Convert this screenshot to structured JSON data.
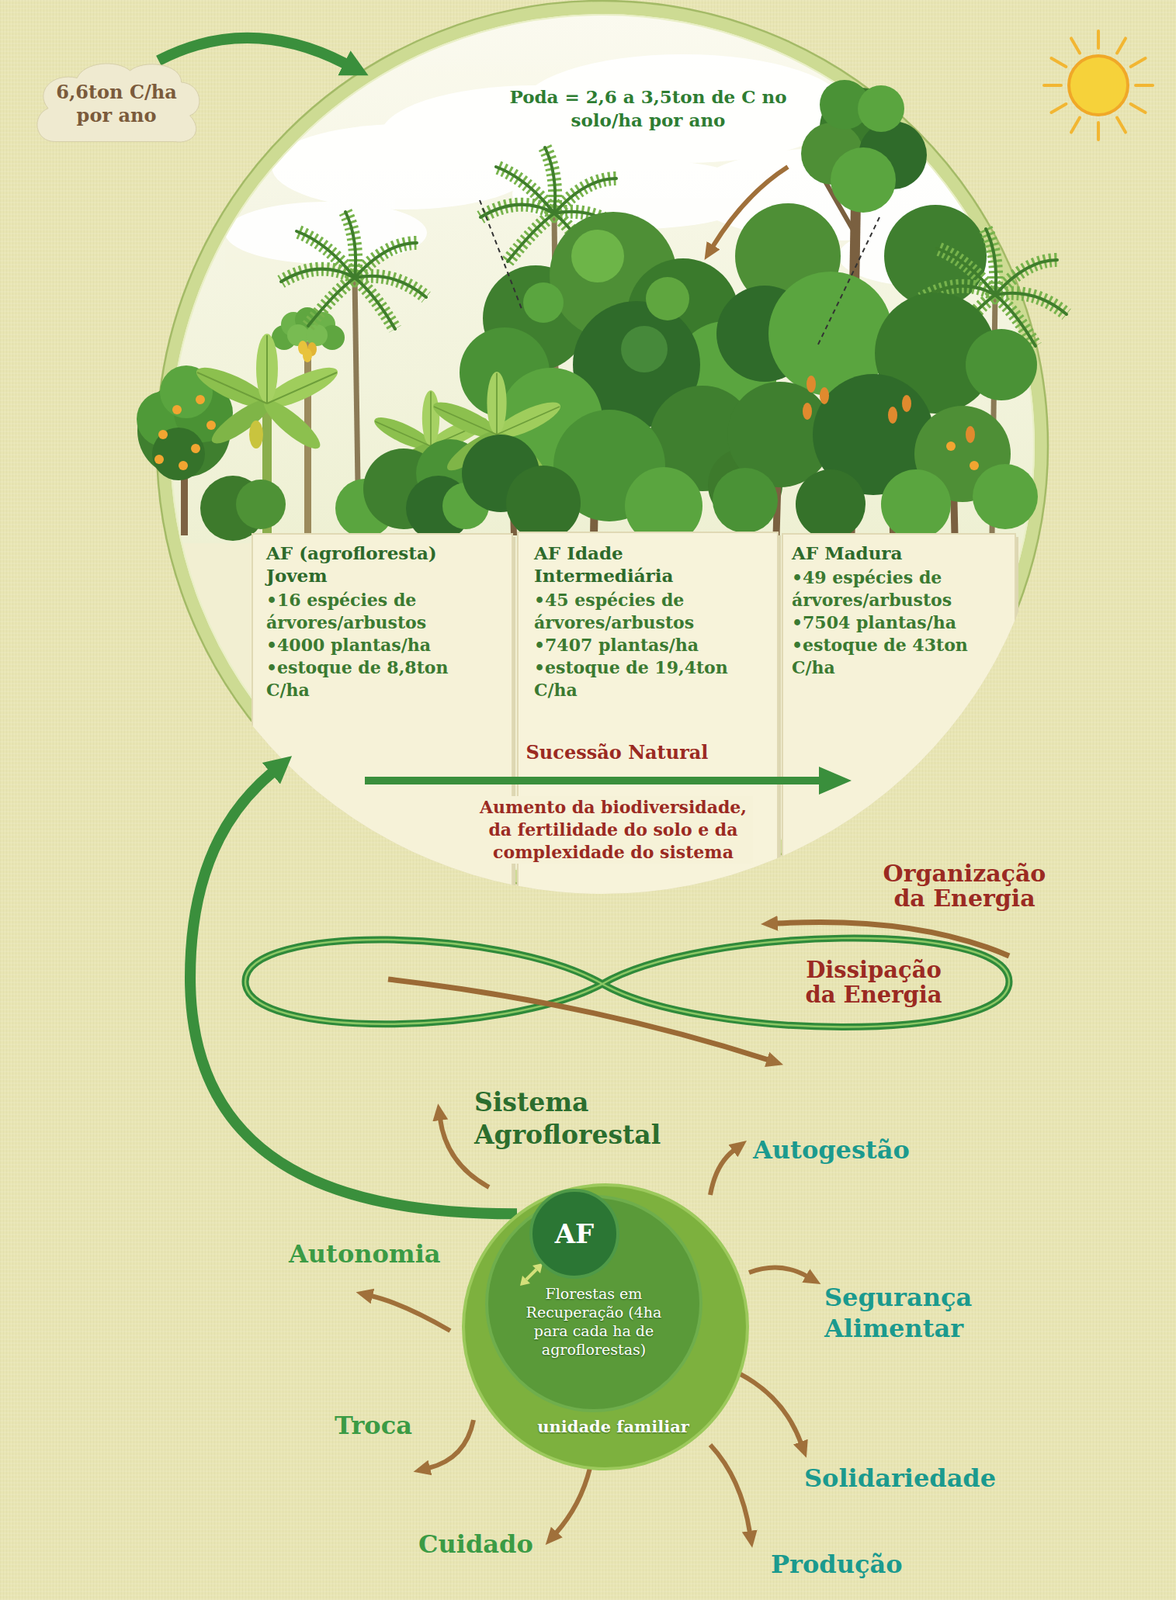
{
  "diagram": {
    "nodes": [
      {
        "text": [
          "6,6ton C/ha por ano"
        ]
      },
      {
        "text": [
          "Poda = 2,6 a 3,5ton de C no solo/ha por ano",
          "Sucessão Natural",
          "Aumento da biodiversidade, da fertilidade do solo e da complexidade do sistema"
        ]
      },
      {
        "text": [
          "AF (agrofloresta) Jovem",
          "•16 espécies de árvores/arbustos",
          "•4000 plantas/ha",
          "•estoque de 8,8ton C/ha"
        ],
        "in": 1
      },
      {
        "text": [
          "AF Idade Intermediária",
          "•45 espécies de árvores/arbustos",
          "•7407 plantas/ha",
          "•estoque de 19,4ton C/ha"
        ],
        "in": 1
      },
      {
        "text": [
          "AF Madura",
          "•49 espécies de árvores/arbustos",
          "•7504 plantas/ha",
          "•estoque de 43ton C/ha"
        ],
        "in": 1
      },
      {
        "text": [
          "unidade familiar"
        ]
      },
      {
        "text": [
          "Florestas em Recuperação (4ha para cada ha de agroflorestas)"
        ],
        "in": 5
      },
      {
        "text": [
          "AF"
        ],
        "in": 6
      }
    ],
    "edges": [
      {
        "from": 0,
        "to": 1,
        "arrow": "to"
      },
      {
        "from": 5,
        "to": 1,
        "arrow": "to"
      }
    ],
    "labels": [
      "Organização da Energia",
      "Dissipação da Energia",
      "Sistema Agroflorestal",
      "Autogestão",
      "Autonomia",
      "Segurança Alimentar",
      "Troca",
      "Solidariedade",
      "Cuidado",
      "Produção"
    ]
  }
}
